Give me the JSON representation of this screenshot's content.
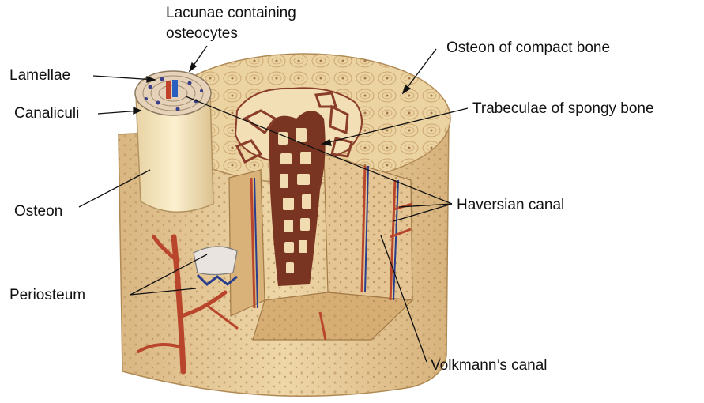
{
  "labels": {
    "lacunae": [
      "Lacunae containing",
      "osteocytes"
    ],
    "lamellae": "Lamellae",
    "canaliculi": "Canaliculi",
    "osteon": "Osteon",
    "periosteum": "Periosteum",
    "osteon_compact": "Osteon of compact bone",
    "trabeculae": "Trabeculae of spongy bone",
    "haversian": "Haversian canal",
    "volkmann": "Volkmann’s canal"
  },
  "colors": {
    "bone": "#e9cf9f",
    "bone_dark": "#c9a36d",
    "spongy_red": "#8a3d2a",
    "vessel_red": "#b8452c",
    "vessel_blue": "#2a3e8f",
    "leader": "#111111"
  }
}
